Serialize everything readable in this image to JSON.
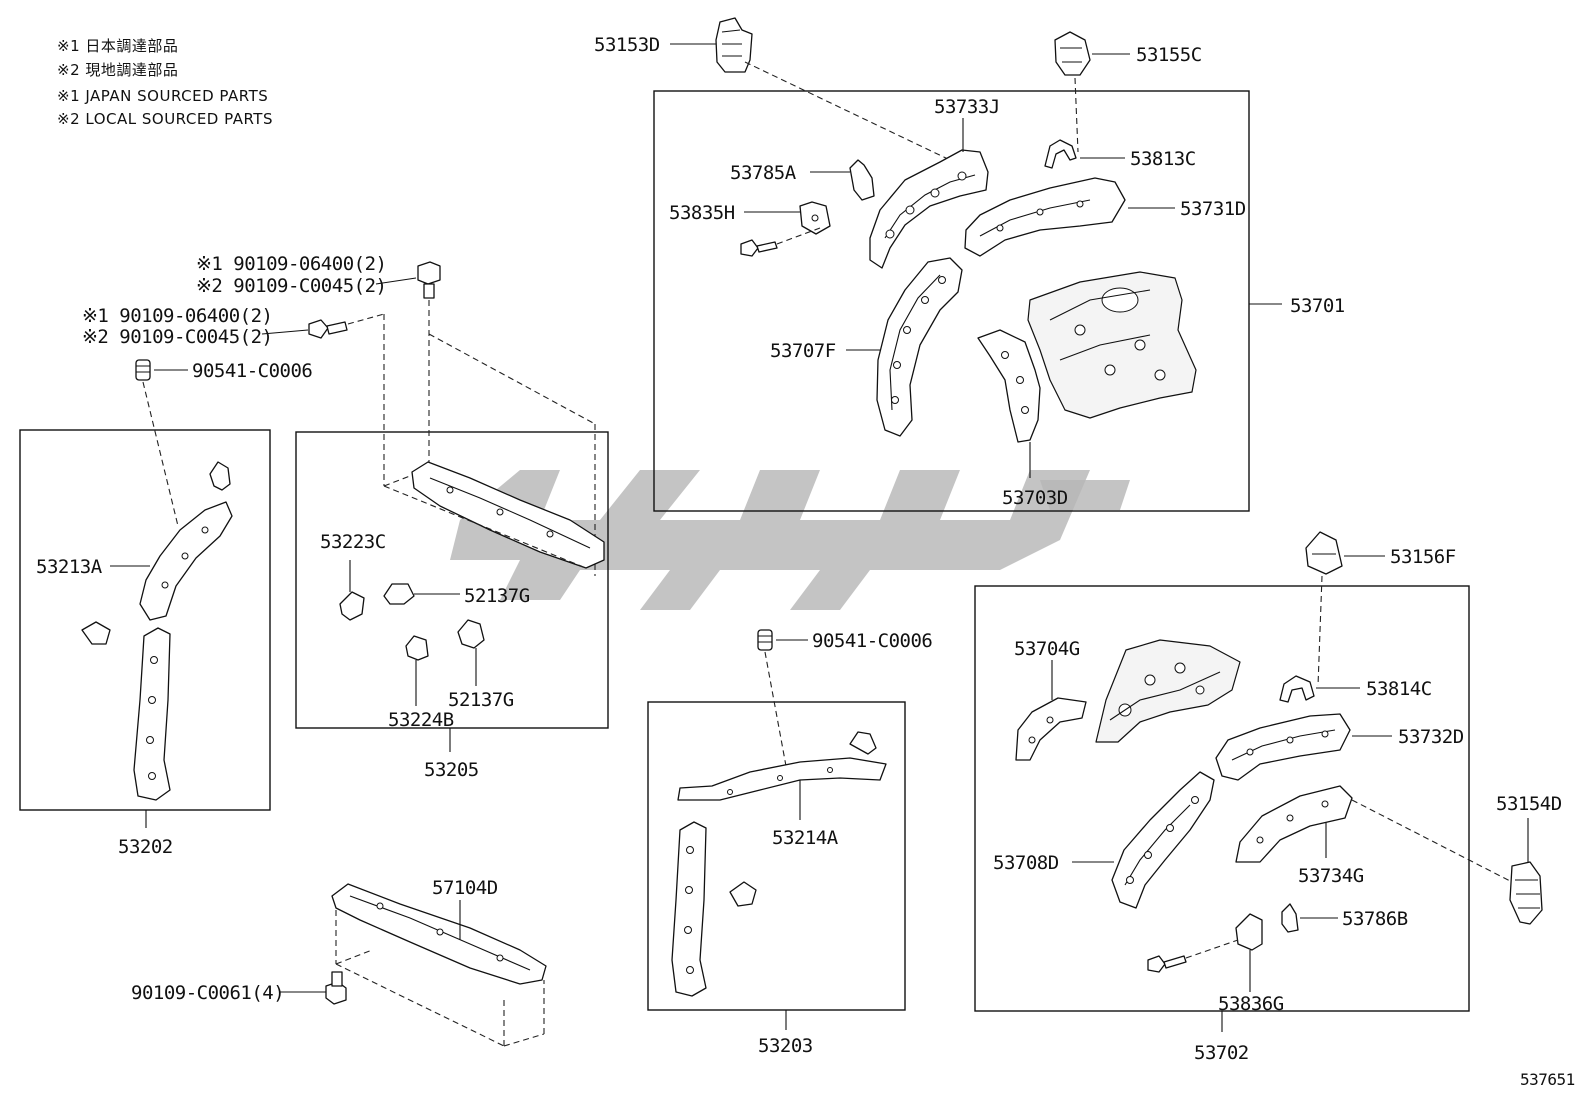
{
  "legend": [
    "※1 日本調達部品",
    "※2 現地調達部品",
    "※1 JAPAN SOURCED PARTS",
    "※2 LOCAL SOURCED PARTS"
  ],
  "labels": {
    "p53153D": "53153D",
    "p53155C": "53155C",
    "p53733J": "53733J",
    "p53785A": "53785A",
    "p53813C": "53813C",
    "p53835H": "53835H",
    "p53731D": "53731D",
    "p53701": "53701",
    "p53707F": "53707F",
    "p53703D": "53703D",
    "p53156F": "53156F",
    "p53704G": "53704G",
    "p53814C": "53814C",
    "p53732D": "53732D",
    "p53154D": "53154D",
    "p53708D": "53708D",
    "p53734G": "53734G",
    "p53786B": "53786B",
    "p53836G": "53836G",
    "p53702": "53702",
    "bolt_top_1": "※1 90109-06400(2)",
    "bolt_top_2": "※2 90109-C0045(2)",
    "bolt_left_1": "※1 90109-06400(2)",
    "bolt_left_2": "※2 90109-C0045(2)",
    "p90541_left": "90541-C0006",
    "p53213A": "53213A",
    "p53202": "53202",
    "p53223C": "53223C",
    "p52137G_a": "52137G",
    "p52137G_b": "52137G",
    "p53224B": "53224B",
    "p53205": "53205",
    "p90541_mid": "90541-C0006",
    "p53214A": "53214A",
    "p53203": "53203",
    "p57104D": "57104D",
    "p90109_C0061": "90109-C0061(4)",
    "ref": "537651"
  },
  "watermark": "gray-logo-watermark"
}
